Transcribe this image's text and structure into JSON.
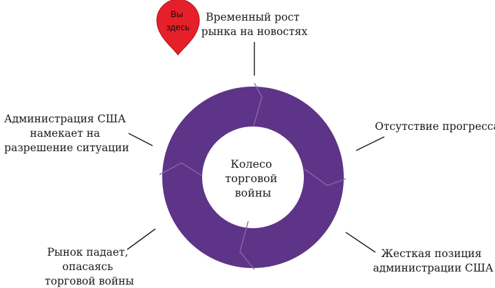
{
  "colors": {
    "wheel": "#5E3488",
    "seam": "#8A63B0",
    "pin": "#E5202A",
    "pin_stroke": "#B0141C",
    "line": "#1a1a1a"
  },
  "pin": {
    "line1": "Вы",
    "line2": "здесь"
  },
  "center": {
    "line1": "Колесо",
    "line2": "торговой",
    "line3": "войны"
  },
  "stages": [
    {
      "id": "rally",
      "lines": [
        "Временный рост",
        "рынка на новостях"
      ]
    },
    {
      "id": "no-progress",
      "lines": [
        "Отсутствие прогресса"
      ]
    },
    {
      "id": "tough-stance",
      "lines": [
        "Жесткая позиция",
        "администрации США"
      ]
    },
    {
      "id": "market-falls",
      "lines": [
        "Рынок падает,",
        "опасаясь",
        "торговой войны"
      ]
    },
    {
      "id": "hints-resolution",
      "lines": [
        "Администрация США",
        "намекает на",
        "разрешение ситуации"
      ]
    }
  ]
}
